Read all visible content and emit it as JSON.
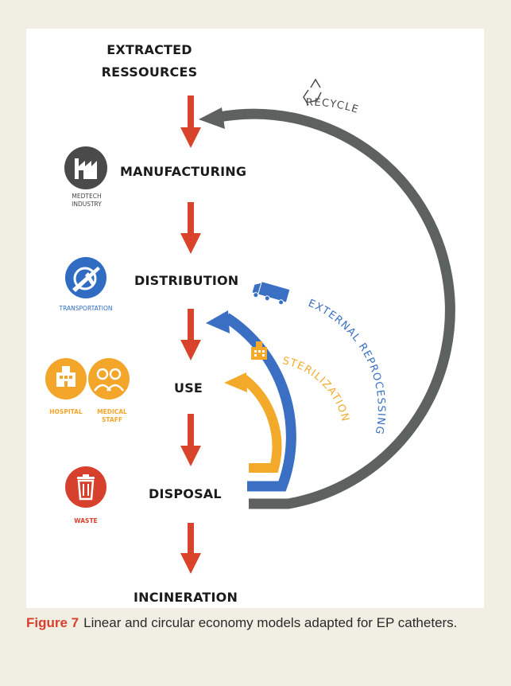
{
  "diagram": {
    "stages": {
      "extracted_line1": "EXTRACTED",
      "extracted_line2": "RESSOURCES",
      "manufacturing": "MANUFACTURING",
      "distribution": "DISTRIBUTION",
      "use": "USE",
      "disposal": "DISPOSAL",
      "incineration": "INCINERATION"
    },
    "actors": {
      "medtech_line1": "MEDTECH",
      "medtech_line2": "INDUSTRY",
      "transportation": "TRANSPORTATION",
      "hospital": "HOSPITAL",
      "medical_line1": "MEDICAL",
      "medical_line2": "STAFF",
      "waste": "WASTE"
    },
    "loops": {
      "recycle": "RECYCLE",
      "external": "EXTERNAL REPROCESSING",
      "sterilization": "STERILIZATION"
    },
    "colors": {
      "arrow_red": "#d9422b",
      "recycle_gray": "#5d615f",
      "external_blue": "#3a6fc4",
      "sterilization_orange": "#f3aa2b",
      "industry_icon": "#4a4a4a",
      "transport_icon": "#2f6cc2",
      "staff_icon": "#f3a62a",
      "waste_icon": "#d6402d"
    }
  },
  "caption": {
    "figure_label": "Figure 7",
    "text": "Linear and circular economy models adapted for EP catheters."
  }
}
